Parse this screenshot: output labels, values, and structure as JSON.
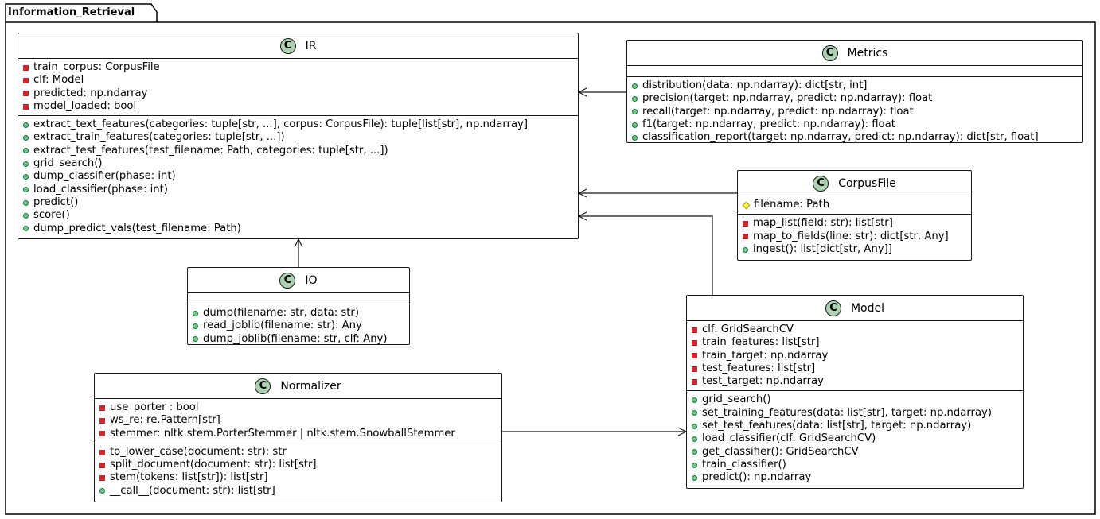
{
  "package": {
    "name": "Information_Retrieval"
  },
  "classes": [
    {
      "id": "ir",
      "name": "IR",
      "badge": "C",
      "attributes": [
        {
          "vis": "private",
          "text": "train_corpus: CorpusFile"
        },
        {
          "vis": "private",
          "text": "clf: Model"
        },
        {
          "vis": "private",
          "text": "predicted: np.ndarray"
        },
        {
          "vis": "private",
          "text": "model_loaded: bool"
        }
      ],
      "methods": [
        {
          "vis": "public",
          "text": "extract_text_features(categories: tuple[str, ...], corpus: CorpusFile): tuple[list[str], np.ndarray]"
        },
        {
          "vis": "public",
          "text": "extract_train_features(categories: tuple[str, ...])"
        },
        {
          "vis": "public",
          "text": "extract_test_features(test_filename: Path, categories: tuple[str, ...])"
        },
        {
          "vis": "public",
          "text": "grid_search()"
        },
        {
          "vis": "public",
          "text": "dump_classifier(phase: int)"
        },
        {
          "vis": "public",
          "text": "load_classifier(phase: int)"
        },
        {
          "vis": "public",
          "text": "predict()"
        },
        {
          "vis": "public",
          "text": "score()"
        },
        {
          "vis": "public",
          "text": "dump_predict_vals(test_filename: Path)"
        }
      ]
    },
    {
      "id": "metrics",
      "name": "Metrics",
      "badge": "C",
      "attributes": [],
      "methods": [
        {
          "vis": "public",
          "text": "distribution(data: np.ndarray): dict[str, int]"
        },
        {
          "vis": "public",
          "text": "precision(target: np.ndarray, predict: np.ndarray): float"
        },
        {
          "vis": "public",
          "text": "recall(target: np.ndarray, predict: np.ndarray): float"
        },
        {
          "vis": "public",
          "text": "f1(target: np.ndarray, predict: np.ndarray): float"
        },
        {
          "vis": "public",
          "text": "classification_report(target: np.ndarray, predict: np.ndarray): dict[str, float]"
        }
      ]
    },
    {
      "id": "corpusfile",
      "name": "CorpusFile",
      "badge": "C",
      "attributes": [
        {
          "vis": "protected",
          "text": "filename: Path"
        }
      ],
      "methods": [
        {
          "vis": "private",
          "text": "map_list(field: str): list[str]"
        },
        {
          "vis": "private",
          "text": "map_to_fields(line: str): dict[str, Any]"
        },
        {
          "vis": "public",
          "text": "ingest(): list[dict[str, Any]]"
        }
      ]
    },
    {
      "id": "io",
      "name": "IO",
      "badge": "C",
      "attributes": [],
      "methods": [
        {
          "vis": "public",
          "text": "dump(filename: str, data: str)"
        },
        {
          "vis": "public",
          "text": "read_joblib(filename: str): Any"
        },
        {
          "vis": "public",
          "text": "dump_joblib(filename: str, clf: Any)"
        }
      ]
    },
    {
      "id": "model",
      "name": "Model",
      "badge": "C",
      "attributes": [
        {
          "vis": "private",
          "text": "clf: GridSearchCV"
        },
        {
          "vis": "private",
          "text": "train_features: list[str]"
        },
        {
          "vis": "private",
          "text": "train_target: np.ndarray"
        },
        {
          "vis": "private",
          "text": "test_features: list[str]"
        },
        {
          "vis": "private",
          "text": "test_target: np.ndarray"
        }
      ],
      "methods": [
        {
          "vis": "public",
          "text": "grid_search()"
        },
        {
          "vis": "public",
          "text": "set_training_features(data: list[str], target: np.ndarray)"
        },
        {
          "vis": "public",
          "text": "set_test_features(data: list[str], target: np.ndarray)"
        },
        {
          "vis": "public",
          "text": "load_classifier(clf: GridSearchCV)"
        },
        {
          "vis": "public",
          "text": "get_classifier(): GridSearchCV"
        },
        {
          "vis": "public",
          "text": "train_classifier()"
        },
        {
          "vis": "public",
          "text": "predict(): np.ndarray"
        }
      ]
    },
    {
      "id": "normalizer",
      "name": "Normalizer",
      "badge": "C",
      "attributes": [
        {
          "vis": "private",
          "text": "use_porter : bool"
        },
        {
          "vis": "private",
          "text": "ws_re: re.Pattern[str]"
        },
        {
          "vis": "private",
          "text": "stemmer: nltk.stem.PorterStemmer | nltk.stem.SnowballStemmer"
        }
      ],
      "methods": [
        {
          "vis": "private",
          "text": "to_lower_case(document: str): str"
        },
        {
          "vis": "private",
          "text": "split_document(document: str): list[str]"
        },
        {
          "vis": "private",
          "text": "stem(tokens: list[str]): list[str]"
        },
        {
          "vis": "public",
          "text": "__call__(document: str): list[str]"
        }
      ]
    }
  ],
  "relations": [
    {
      "from": "metrics",
      "to": "ir"
    },
    {
      "from": "corpusfile",
      "to": "ir"
    },
    {
      "from": "model",
      "to": "ir"
    },
    {
      "from": "io",
      "to": "ir"
    },
    {
      "from": "normalizer",
      "to": "model"
    }
  ]
}
